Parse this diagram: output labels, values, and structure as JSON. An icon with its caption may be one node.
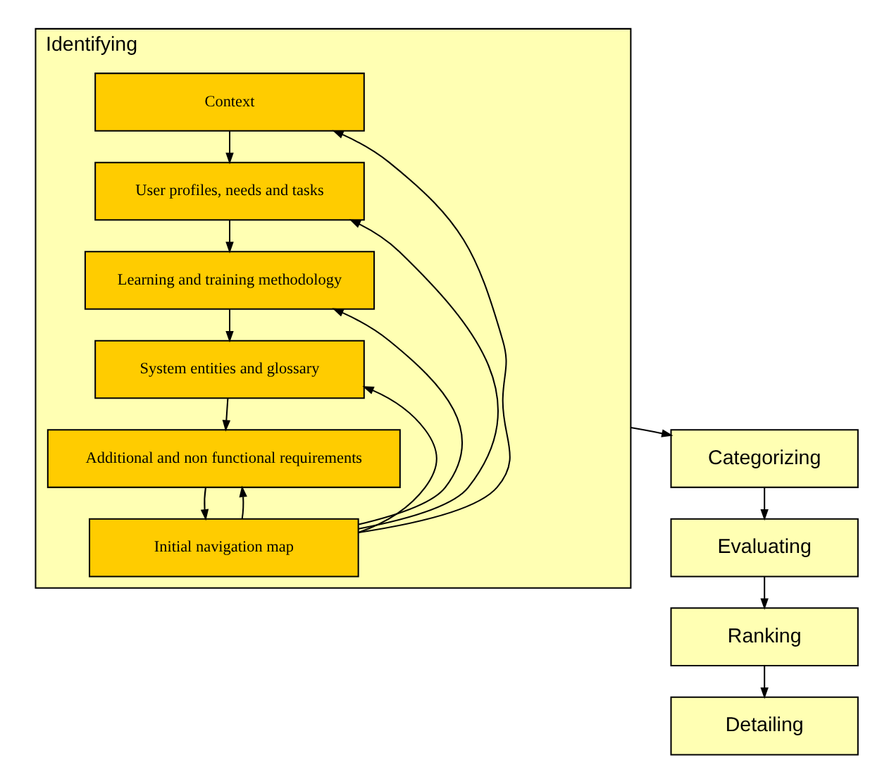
{
  "diagram": {
    "nodes": [
      {
        "text": [
          "Identifying"
        ]
      },
      {
        "text": [
          "Context"
        ],
        "in": 0
      },
      {
        "text": [
          "User profiles, needs and tasks"
        ],
        "in": 0
      },
      {
        "text": [
          "Learning and training methodology"
        ],
        "in": 0
      },
      {
        "text": [
          "System entities and glossary"
        ],
        "in": 0
      },
      {
        "text": [
          "Additional and non functional requirements"
        ],
        "in": 0
      },
      {
        "text": [
          "Initial navigation map"
        ],
        "in": 0
      },
      {
        "text": [
          "Categorizing"
        ]
      },
      {
        "text": [
          "Evaluating"
        ]
      },
      {
        "text": [
          "Ranking"
        ]
      },
      {
        "text": [
          "Detailing"
        ]
      }
    ],
    "edges": [
      {
        "from": 1,
        "to": 2,
        "arrow": "to"
      },
      {
        "from": 2,
        "to": 3,
        "arrow": "to"
      },
      {
        "from": 3,
        "to": 4,
        "arrow": "to"
      },
      {
        "from": 4,
        "to": 5,
        "arrow": "to"
      },
      {
        "from": 5,
        "to": 6,
        "arrow": "to"
      },
      {
        "from": 6,
        "to": 1,
        "arrow": "to"
      },
      {
        "from": 6,
        "to": 2,
        "arrow": "to"
      },
      {
        "from": 6,
        "to": 3,
        "arrow": "to"
      },
      {
        "from": 6,
        "to": 4,
        "arrow": "to"
      },
      {
        "from": 6,
        "to": 5,
        "arrow": "to"
      },
      {
        "from": 0,
        "to": 7,
        "arrow": "to"
      },
      {
        "from": 7,
        "to": 8,
        "arrow": "to"
      },
      {
        "from": 8,
        "to": 9,
        "arrow": "to"
      },
      {
        "from": 9,
        "to": 10,
        "arrow": "to"
      }
    ]
  }
}
